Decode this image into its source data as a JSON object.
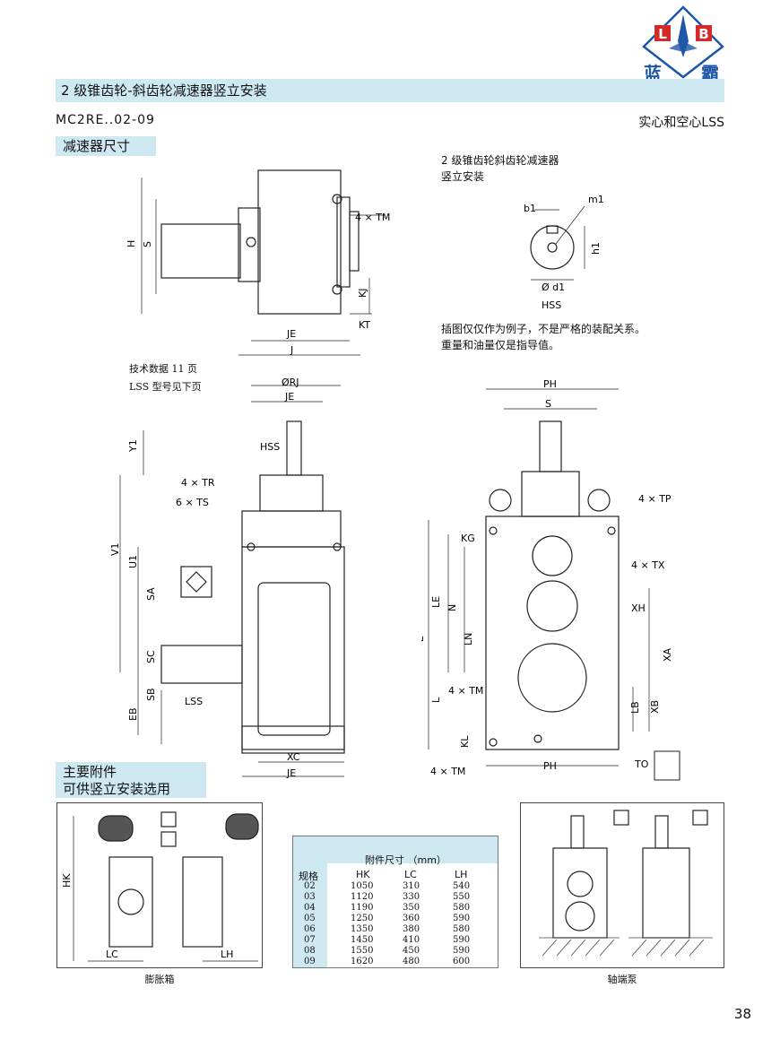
{
  "logo": {
    "letters": [
      "L",
      "B"
    ],
    "chars": [
      "蓝",
      "霸"
    ],
    "color": "#1e56a8"
  },
  "header": {
    "title": "2 级锥齿轮-斜齿轮减速器竖立安装",
    "model": "MC2RE..02-09",
    "shaft_type": "实心和空心LSS"
  },
  "section": {
    "label": "减速器尺寸"
  },
  "desc": {
    "line1": "2 级锥齿轮斜齿轮减速器",
    "line2": "竖立安装"
  },
  "notes": {
    "illustration_1": "插图仅仅作为例子，不是严格的装配关系。",
    "illustration_2": "重量和油量仅是指导值。",
    "tech_data": "技术数据 11 页",
    "lss_model": "LSS 型号见下页"
  },
  "dims": {
    "top_view": [
      "H",
      "S",
      "4 × TM",
      "KJ",
      "KT",
      "JE",
      "J"
    ],
    "shaft": [
      "b1",
      "m1",
      "h1",
      "Ø d1",
      "HSS"
    ],
    "side_view": [
      "ØRJ",
      "JE",
      "Y1",
      "HSS",
      "4 × TR",
      "6 × TS",
      "V1",
      "U1",
      "SA",
      "SC",
      "SB",
      "LSS",
      "EB",
      "XC",
      "JE"
    ],
    "front_view": [
      "PH",
      "S",
      "4 × TP",
      "KG",
      "4 × TX",
      "XH",
      "E",
      "LE",
      "N",
      "LN",
      "XA",
      "4 × TM",
      "L",
      "LB",
      "XB",
      "KL",
      "4 × TM",
      "PH",
      "TO"
    ]
  },
  "accessories": {
    "title_1": "主要附件",
    "title_2": "可供竖立安装选用",
    "left_labels": [
      "HK",
      "LC",
      "LH"
    ],
    "left_caption": "膨胀箱",
    "right_caption": "轴端泵"
  },
  "table": {
    "caption": "附件尺寸 （mm）",
    "col_headers": [
      "规格",
      "HK",
      "LC",
      "LH"
    ],
    "rows": [
      [
        "02",
        "1050",
        "310",
        "540"
      ],
      [
        "03",
        "1120",
        "330",
        "550"
      ],
      [
        "04",
        "1190",
        "350",
        "580"
      ],
      [
        "05",
        "1250",
        "360",
        "590"
      ],
      [
        "06",
        "1350",
        "380",
        "580"
      ],
      [
        "07",
        "1450",
        "410",
        "590"
      ],
      [
        "08",
        "1550",
        "450",
        "590"
      ],
      [
        "09",
        "1620",
        "480",
        "600"
      ]
    ]
  },
  "page_number": "38"
}
